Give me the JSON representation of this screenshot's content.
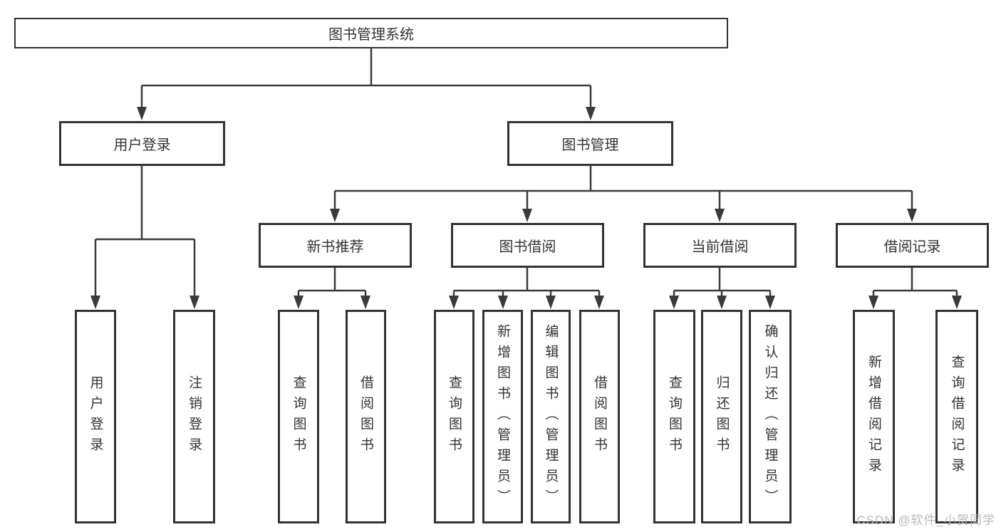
{
  "diagram": {
    "title": "图书管理系统",
    "level2": [
      "用户登录",
      "图书管理"
    ],
    "level3": [
      "新书推荐",
      "图书借阅",
      "当前借阅",
      "借阅记录"
    ],
    "leaves": {
      "user_login": [
        "用户登录",
        "注销登录"
      ],
      "new_book_recommend": [
        "查询图书",
        "借阅图书"
      ],
      "book_borrow": [
        "查询图书",
        "新增图书（管理员）",
        "编辑图书（管理员）",
        "借阅图书"
      ],
      "current_borrow": [
        "查询图书",
        "归还图书",
        "确认归还（管理员）"
      ],
      "borrow_records": [
        "新增借阅记录",
        "查询借阅记录"
      ]
    }
  },
  "watermark": "CSDN @软件_小贺同学",
  "colors": {
    "line": "#3a3a3a",
    "box_border": "#333333",
    "text": "#333333",
    "background": "#ffffff",
    "watermark": "#b8b8b8"
  }
}
